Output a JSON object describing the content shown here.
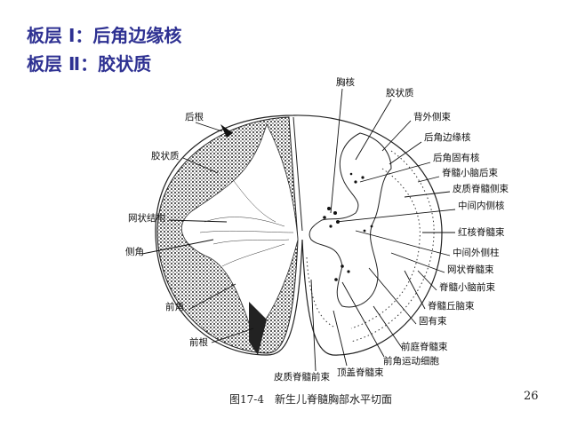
{
  "titles": [
    "板层 Ⅰ：后角边缘核",
    "板层 Ⅱ：胶状质"
  ],
  "labels_left": [
    "后根",
    "胶状质",
    "网状结构",
    "侧角",
    "前角",
    "前根"
  ],
  "labels_right": [
    "胸核",
    "胶状质",
    "背外侧束",
    "后角边缘核",
    "后角固有核",
    "脊髓小脑后束",
    "皮质脊髓侧束",
    "中间内侧核",
    "红核脊髓束",
    "中间外侧柱",
    "网状脊髓束",
    "脊髓小脑前束",
    "脊髓丘脑束",
    "固有束",
    "前庭脊髓束",
    "前角运动细胞",
    "顶盖脊髓束",
    "皮质脊髓前束"
  ],
  "caption": "图17-4　新生儿脊髓胸部水平切面",
  "page_number": "26",
  "colors": {
    "title": "#2e3192"
  }
}
